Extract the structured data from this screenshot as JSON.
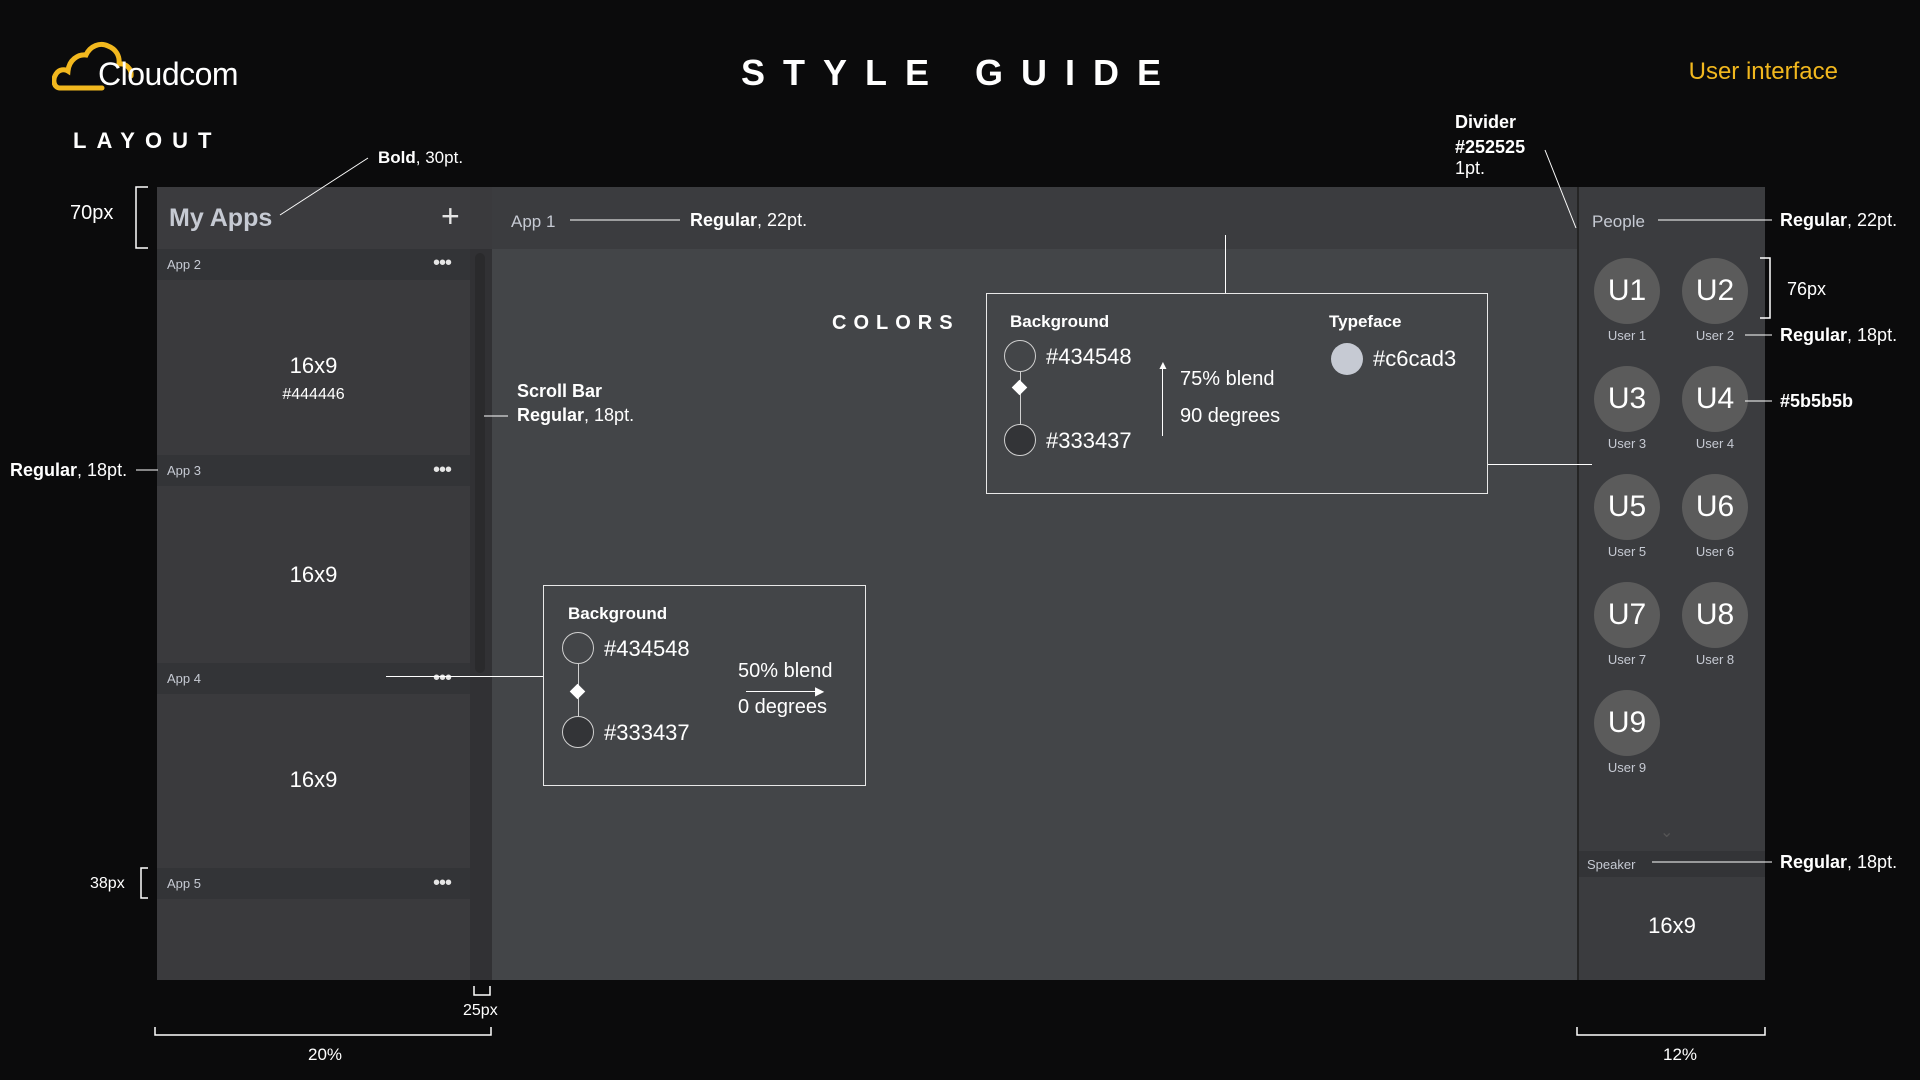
{
  "header": {
    "brand": "Cloudcom",
    "title": "STYLE GUIDE",
    "section_tag": "User interface",
    "layout_label": "LAYOUT"
  },
  "left_panel": {
    "title": "My Apps",
    "add_icon": "plus-icon",
    "apps": [
      {
        "label": "App 2",
        "thumb": "16x9",
        "thumb_color": "#444446"
      },
      {
        "label": "App 3",
        "thumb": "16x9"
      },
      {
        "label": "App 4",
        "thumb": "16x9"
      },
      {
        "label": "App 5"
      }
    ],
    "more_icon": "more-dots-icon"
  },
  "main_panel": {
    "tab_label": "App 1"
  },
  "people_panel": {
    "title": "People",
    "users": [
      {
        "initials": "U1",
        "name": "User 1"
      },
      {
        "initials": "U2",
        "name": "User 2"
      },
      {
        "initials": "U3",
        "name": "User 3"
      },
      {
        "initials": "U4",
        "name": "User 4"
      },
      {
        "initials": "U5",
        "name": "User 5"
      },
      {
        "initials": "U6",
        "name": "User 6"
      },
      {
        "initials": "U7",
        "name": "User 7"
      },
      {
        "initials": "U8",
        "name": "User 8"
      },
      {
        "initials": "U9",
        "name": "User 9"
      }
    ],
    "speaker_label": "Speaker",
    "speaker_thumb": "16x9",
    "chevron_icon": "chevron-down-icon"
  },
  "colors": {
    "heading": "COLORS",
    "panel_box": {
      "title": "Background",
      "color_top": "#434548",
      "color_bottom": "#333437",
      "blend": "75% blend",
      "angle": "90 degrees",
      "typeface_title": "Typeface",
      "typeface_color": "#c6cad3"
    },
    "bar_box": {
      "title": "Background",
      "color_top": "#434548",
      "color_bottom": "#333437",
      "blend": "50% blend",
      "angle": "0 degrees"
    }
  },
  "annotations": {
    "bold": "Bold",
    "bold_size": ", 30pt.",
    "regular": "Regular",
    "size_22": ", 22pt.",
    "size_18": ", 18pt.",
    "px70": "70px",
    "px38": "38px",
    "px76": "76px",
    "px25": "25px",
    "pct20": "20%",
    "pct12": "12%",
    "divider_title": "Divider",
    "divider_color": "#252525",
    "divider_width": "1pt.",
    "scroll_bar": "Scroll Bar",
    "avatar_color": "#5b5b5b"
  }
}
